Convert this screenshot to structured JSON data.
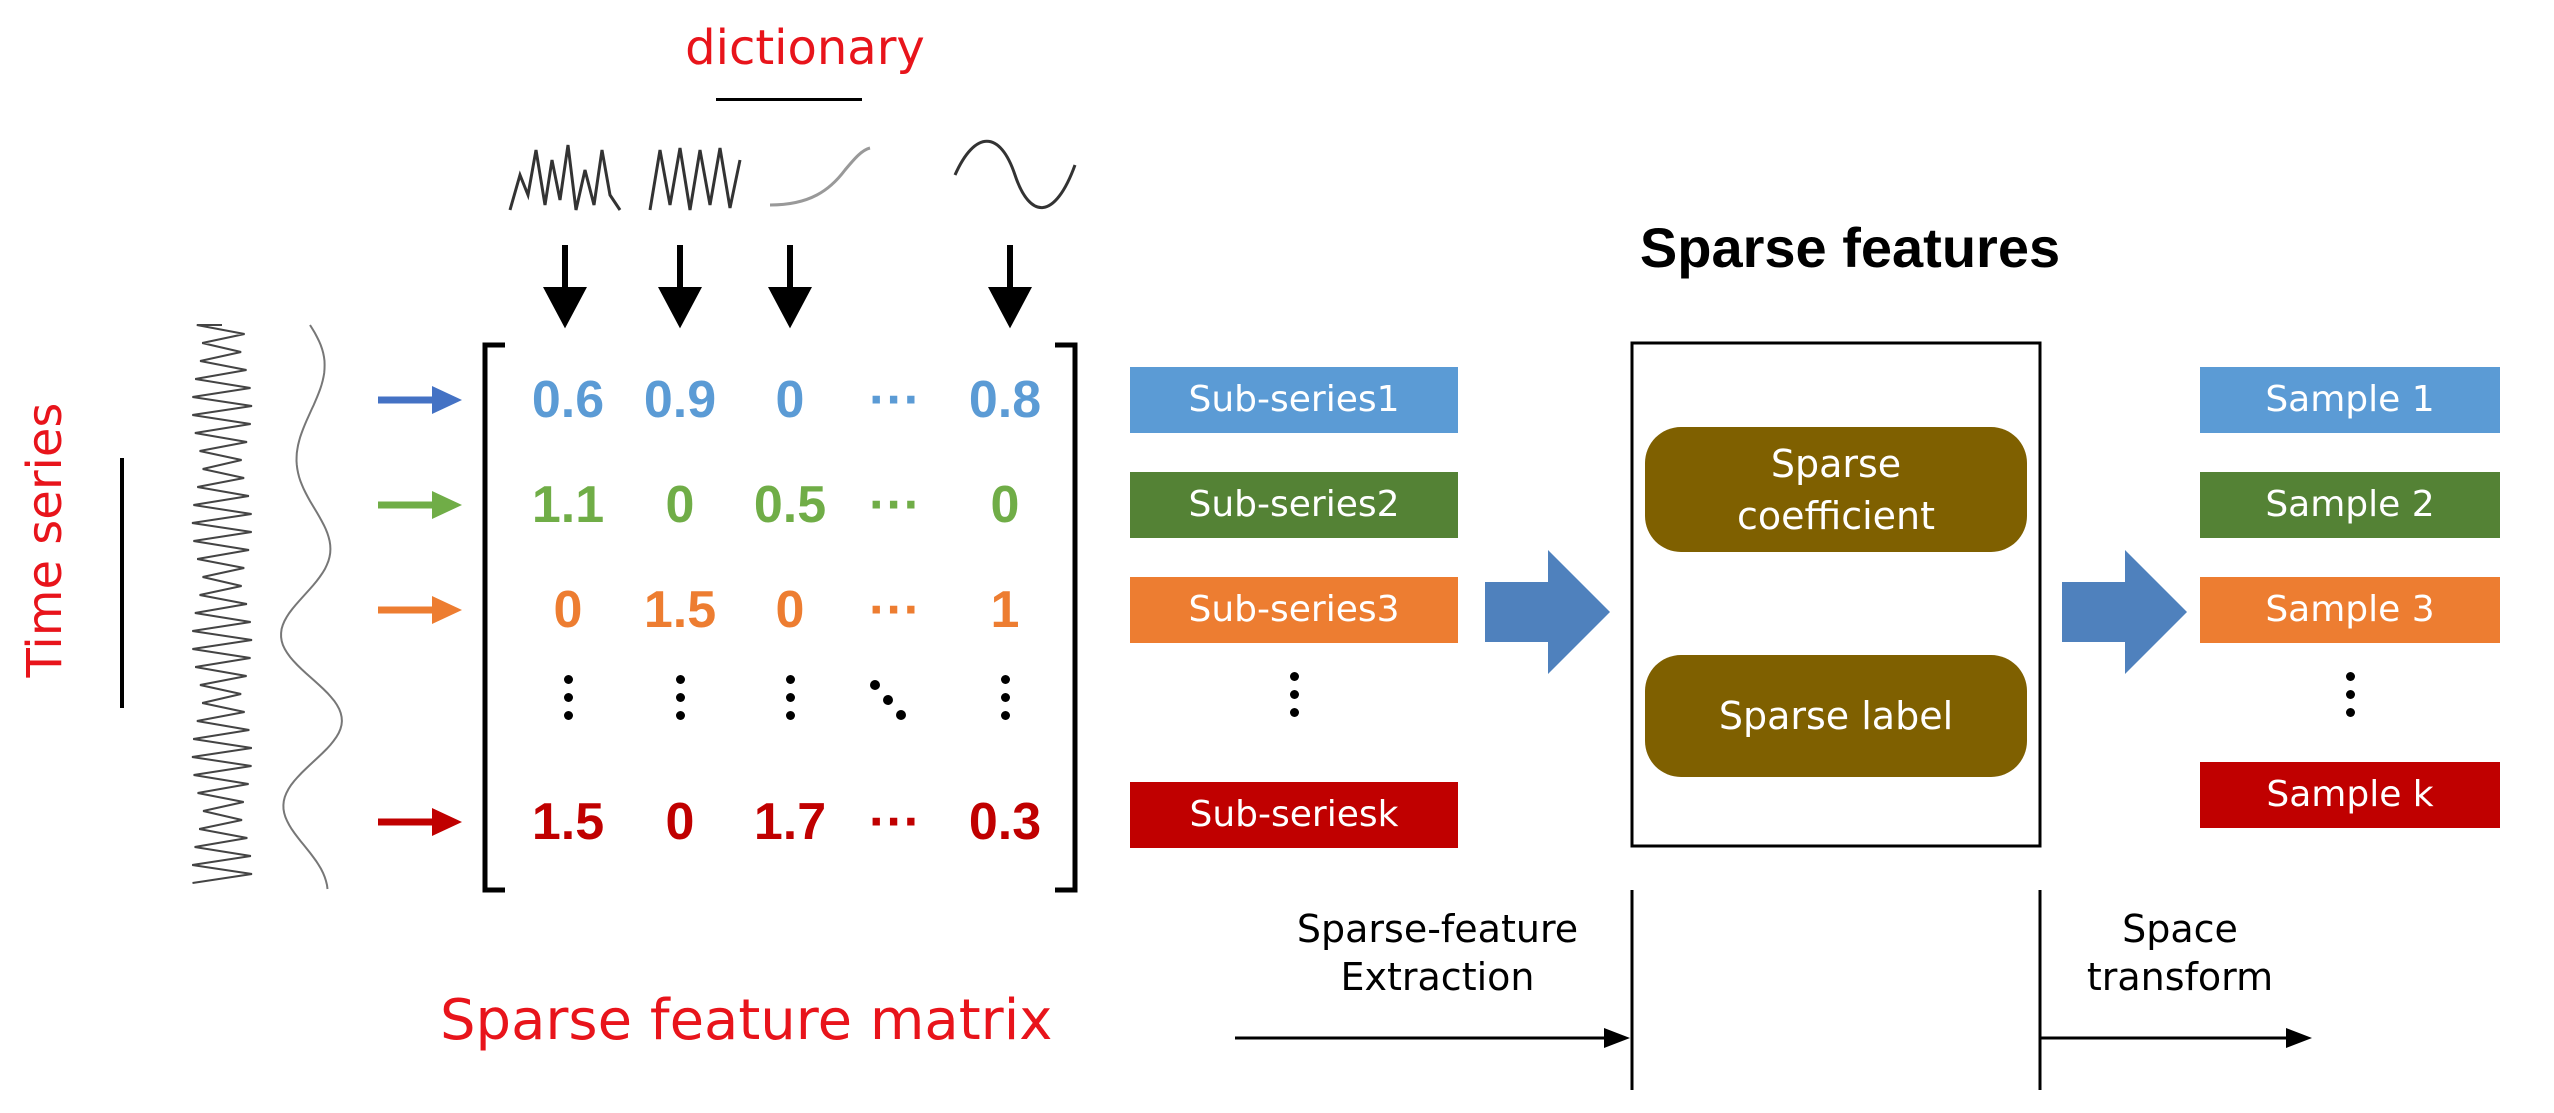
{
  "dictionary_label": "dictionary",
  "time_series_label": "Time series",
  "matrix_title": "Sparse feature matrix",
  "sparse_features_title": "Sparse features",
  "matrix_rows": [
    {
      "values": [
        "0.6",
        "0.9",
        "0",
        "···",
        "0.8"
      ],
      "color": "#5b9bd5"
    },
    {
      "values": [
        "1.1",
        "0",
        "0.5",
        "···",
        "0"
      ],
      "color": "#70ad47"
    },
    {
      "values": [
        "0",
        "1.5",
        "0",
        "···",
        "1"
      ],
      "color": "#ed7d31"
    },
    {
      "values": [
        "1.5",
        "0",
        "1.7",
        "···",
        "0.3"
      ],
      "color": "#c00000"
    }
  ],
  "subseries": [
    {
      "label": "Sub-series1",
      "color": "#5b9bd5"
    },
    {
      "label": "Sub-series2",
      "color": "#548235"
    },
    {
      "label": "Sub-series3",
      "color": "#ed7d31"
    },
    {
      "label": "Sub-seriesk",
      "color": "#c00000"
    }
  ],
  "samples": [
    {
      "label": "Sample 1",
      "color": "#5b9bd5"
    },
    {
      "label": "Sample 2",
      "color": "#548235"
    },
    {
      "label": "Sample 3",
      "color": "#ed7d31"
    },
    {
      "label": "Sample k",
      "color": "#c00000"
    }
  ],
  "sparse_coefficient_label": "Sparse coefficient",
  "sparse_label_label": "Sparse label",
  "extraction_label_line1": "Sparse-feature",
  "extraction_label_line2": "Extraction",
  "transform_label_line1": "Space",
  "transform_label_line2": "transform",
  "colors": {
    "accent_red": "#e8141b",
    "block_arrow": "#4f81bd",
    "pill": "#7f6000"
  },
  "icons": [
    "waveform-atom-icon",
    "down-arrow-icon",
    "right-arrow-icon",
    "block-arrow-icon"
  ]
}
